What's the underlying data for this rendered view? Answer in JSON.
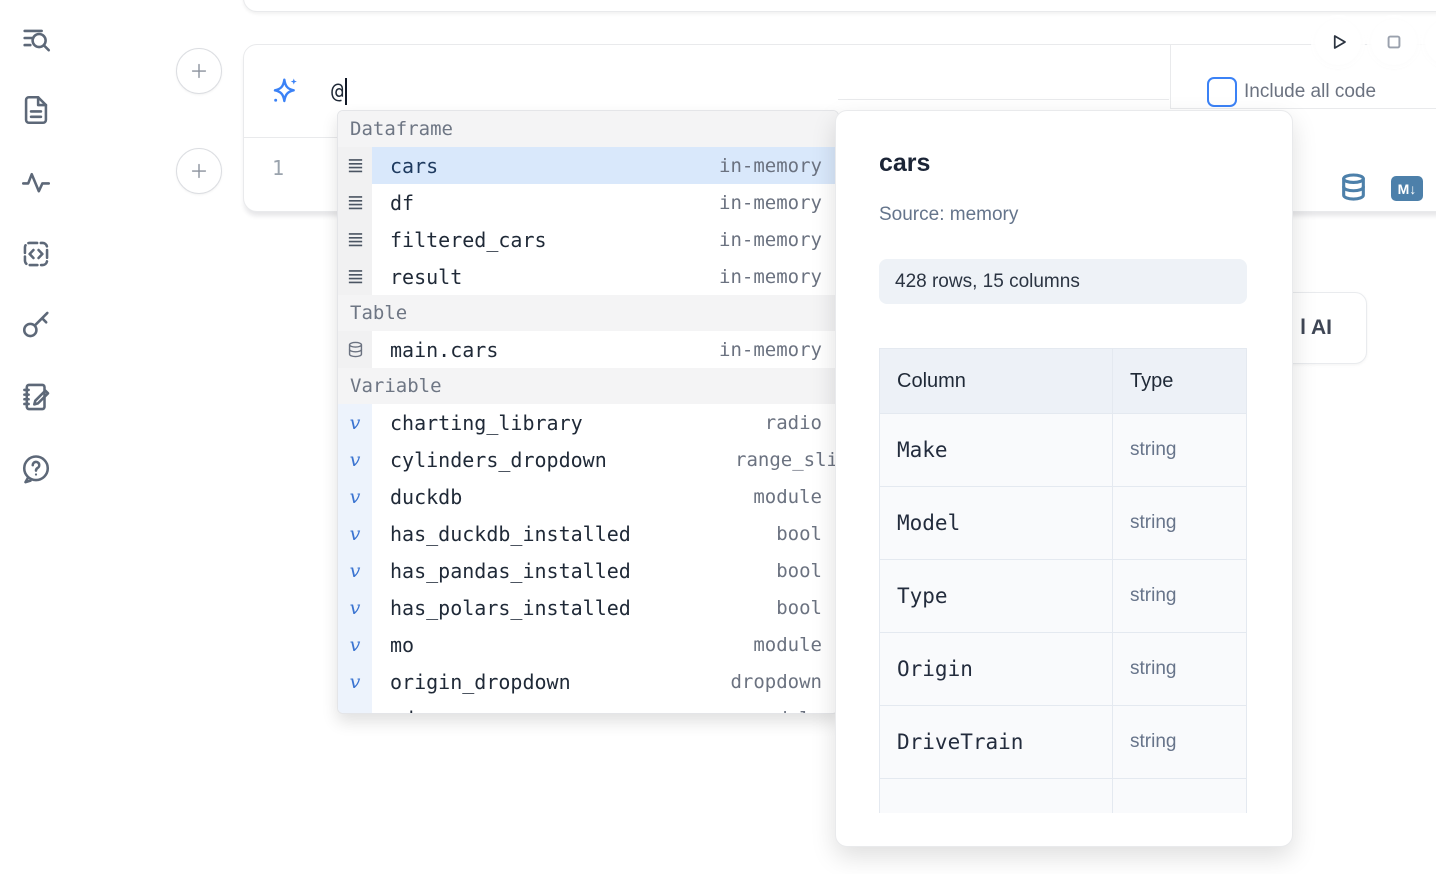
{
  "colors": {
    "accent": "#3b82f6",
    "selection_bg": "#d9e8fb",
    "sidebar_icon": "#5d6878",
    "steel_icon": "#4d80aa"
  },
  "sidebar": {
    "icons": [
      "toc-search-icon",
      "file-text-icon",
      "activity-icon",
      "snippets-icon",
      "key-icon",
      "scratchpad-icon",
      "help-icon"
    ]
  },
  "toolbar": {
    "run_icon": "play",
    "stop_icon": "stop",
    "include_all_code_label": "Include all code",
    "include_all_code_checked": false
  },
  "prompt": {
    "icon": "sparkle",
    "value": "@"
  },
  "editor": {
    "line_number": "1",
    "markdown_badge": "M↓",
    "right_icons": [
      "database-icon",
      "markdown-icon"
    ]
  },
  "autocomplete": {
    "sections": [
      {
        "label": "Dataframe",
        "icon": "rows",
        "items": [
          {
            "name": "cars",
            "type": "in-memory",
            "selected": true
          },
          {
            "name": "df",
            "type": "in-memory"
          },
          {
            "name": "filtered_cars",
            "type": "in-memory"
          },
          {
            "name": "result",
            "type": "in-memory"
          }
        ]
      },
      {
        "label": "Table",
        "icon": "database",
        "items": [
          {
            "name": "main.cars",
            "type": "in-memory"
          }
        ]
      },
      {
        "label": "Variable",
        "icon": "variable",
        "items": [
          {
            "name": "charting_library",
            "type": "radio"
          },
          {
            "name": "cylinders_dropdown",
            "type": "range_sli",
            "type_clipped": true
          },
          {
            "name": "duckdb",
            "type": "module"
          },
          {
            "name": "has_duckdb_installed",
            "type": "bool"
          },
          {
            "name": "has_pandas_installed",
            "type": "bool"
          },
          {
            "name": "has_polars_installed",
            "type": "bool"
          },
          {
            "name": "mo",
            "type": "module"
          },
          {
            "name": "origin_dropdown",
            "type": "dropdown"
          },
          {
            "name": "pd",
            "type": "module",
            "clipped": true
          }
        ]
      }
    ]
  },
  "preview": {
    "title": "cars",
    "source": "Source: memory",
    "summary": "428 rows, 15 columns",
    "table": {
      "headers": [
        "Column",
        "Type"
      ],
      "rows": [
        {
          "column": "Make",
          "type": "string"
        },
        {
          "column": "Model",
          "type": "string"
        },
        {
          "column": "Type",
          "type": "string"
        },
        {
          "column": "Origin",
          "type": "string"
        },
        {
          "column": "DriveTrain",
          "type": "string"
        },
        {
          "column": "",
          "type": "",
          "partial": true
        }
      ]
    }
  },
  "ai_button": {
    "visible_label": "l AI"
  }
}
